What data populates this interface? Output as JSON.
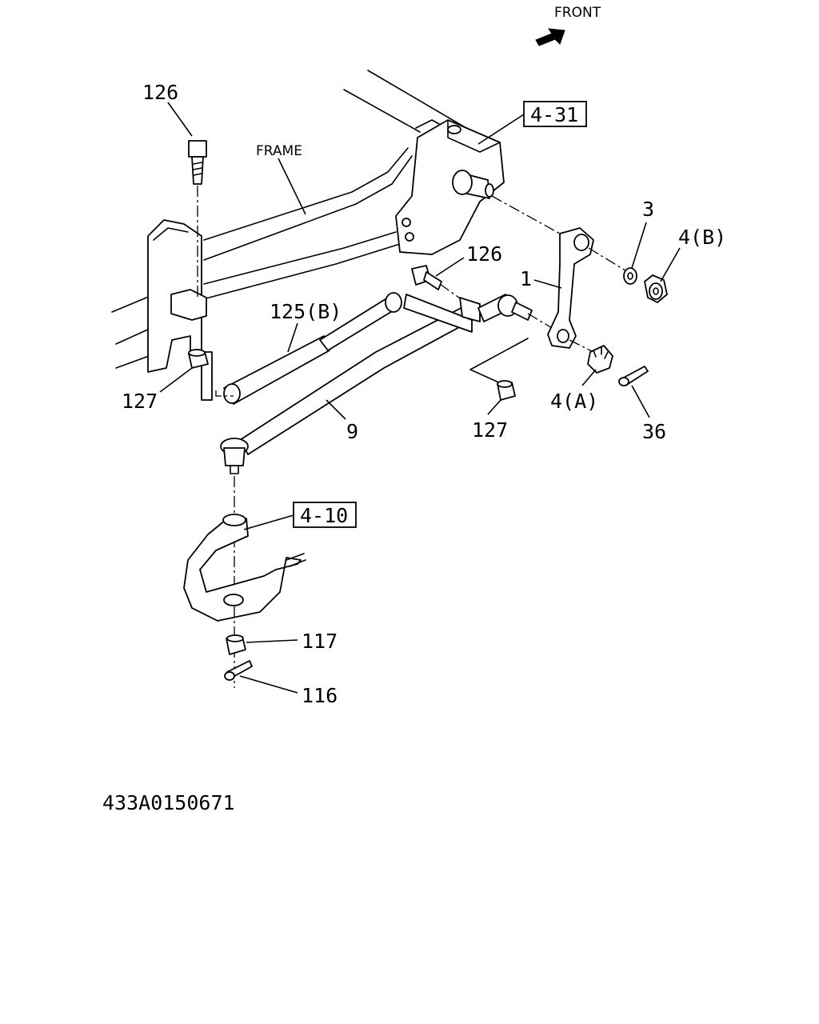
{
  "diagram": {
    "front_label": "FRONT",
    "frame_label": "FRAME",
    "figure_id": "433A0150671",
    "refs": {
      "gear_box": "4-31",
      "knuckle": "4-10"
    },
    "callouts": {
      "bolt_top": "126",
      "bolt_mid": "126",
      "pitman_arm": "1",
      "washer": "3",
      "nut_b": "4(B)",
      "nut_a": "4(A)",
      "damper": "125(B)",
      "nut_left": "127",
      "nut_mid": "127",
      "drag_link": "9",
      "cotter_pin_right": "36",
      "castle_nut": "117",
      "cotter_pin_bottom": "116"
    },
    "icons": {
      "front_arrow": "arrow-right-icon"
    }
  }
}
